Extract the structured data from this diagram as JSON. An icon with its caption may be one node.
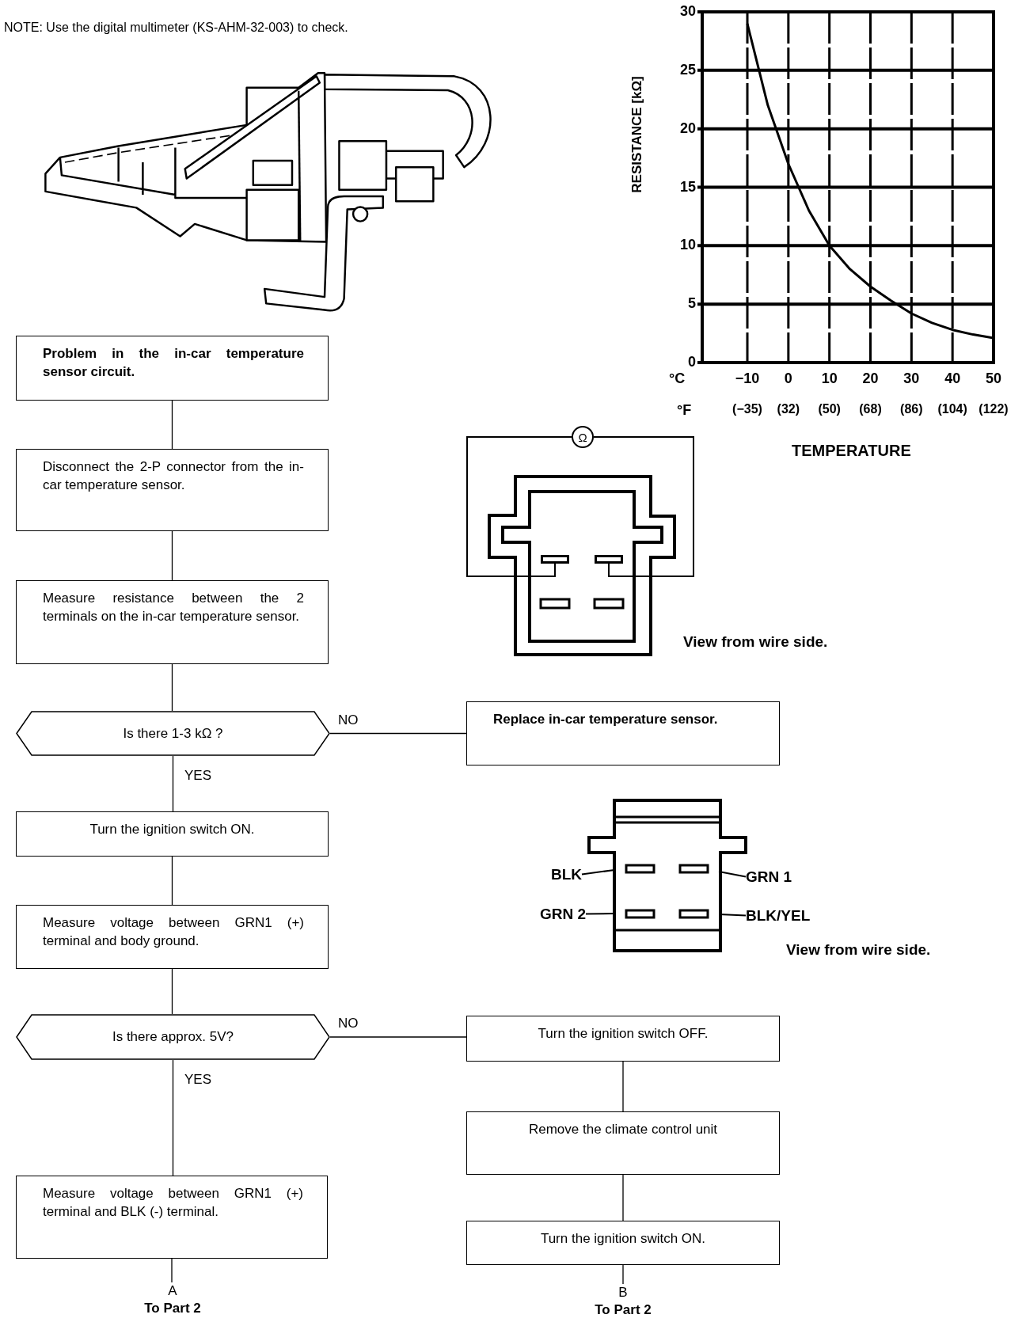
{
  "diagram": {
    "nodes": [
      {
        "text": [
          "Problem in the in-car temperature sensor circuit."
        ]
      },
      {
        "text": [
          "Disconnect the 2-P connector from the in-car temperature sensor."
        ]
      },
      {
        "text": [
          "Measure resistance between the 2 terminals on the in-car temperature sensor."
        ]
      },
      {
        "text": [
          "Is there 1-3 kΩ ?"
        ]
      },
      {
        "text": [
          "Replace in-car temperature sensor."
        ]
      },
      {
        "text": [
          "Turn the ignition switch ON."
        ]
      },
      {
        "text": [
          "Measure voltage between GRN1 (+) terminal and body ground."
        ]
      },
      {
        "text": [
          "Is there approx. 5V?"
        ]
      },
      {
        "text": [
          "Turn the ignition switch OFF."
        ]
      },
      {
        "text": [
          "Remove the climate control unit"
        ]
      },
      {
        "text": [
          "Turn the ignition switch ON."
        ]
      },
      {
        "text": [
          "Measure voltage between GRN1 (+) terminal and BLK (-) terminal."
        ]
      },
      {
        "text": [
          "A",
          "To Part 2"
        ]
      },
      {
        "text": [
          "B",
          "To Part 2"
        ]
      },
      {
        "text": [
          "Ω"
        ]
      },
      {
        "text": [
          "BLK"
        ]
      },
      {
        "text": [
          "GRN 1"
        ]
      },
      {
        "text": [
          "GRN 2"
        ]
      },
      {
        "text": [
          "BLK/YEL"
        ]
      },
      {
        "text": [],
        "shape": "box"
      },
      {
        "text": [],
        "shape": "box"
      }
    ],
    "edges": [
      {
        "from": 0,
        "to": 1,
        "arrow": "none"
      },
      {
        "from": 1,
        "to": 2,
        "arrow": "none"
      },
      {
        "from": 2,
        "to": 3,
        "arrow": "none"
      },
      {
        "from": 3,
        "to": 4,
        "arrow": "none",
        "label": "NO"
      },
      {
        "from": 3,
        "to": 5,
        "arrow": "none",
        "label": "YES"
      },
      {
        "from": 5,
        "to": 6,
        "arrow": "none"
      },
      {
        "from": 6,
        "to": 7,
        "arrow": "none"
      },
      {
        "from": 7,
        "to": 8,
        "arrow": "none",
        "label": "NO"
      },
      {
        "from": 7,
        "to": 11,
        "arrow": "none",
        "label": "YES"
      },
      {
        "from": 8,
        "to": 9,
        "arrow": "none"
      },
      {
        "from": 9,
        "to": 10,
        "arrow": "none"
      },
      {
        "from": 11,
        "to": 12,
        "arrow": "none"
      },
      {
        "from": 10,
        "to": 13,
        "arrow": "none"
      },
      {
        "from": 14,
        "to": 19,
        "arrow": "none"
      },
      {
        "from": 14,
        "to": 20,
        "arrow": "none"
      },
      {
        "from": 15,
        "to": null,
        "arrow": "none"
      },
      {
        "from": 16,
        "to": null,
        "arrow": "none"
      },
      {
        "from": 17,
        "to": null,
        "arrow": "none"
      },
      {
        "from": 18,
        "to": null,
        "arrow": "none"
      }
    ],
    "labels": [
      "NOTE: Use the digital multimeter (KS-AHM-32-003) to check.",
      "View from wire side.",
      "View from wire side.",
      "°C",
      "°F",
      "(−35)",
      "(32)",
      "(50)",
      "(68)",
      "(86)",
      "(104)",
      "(122)"
    ],
    "chart_data": {
      "type": "line",
      "xlabel": "TEMPERATURE",
      "ylabel": "RESISTANCE [kΩ]",
      "x": [
        -10,
        -5,
        0,
        5,
        10,
        15,
        20,
        25,
        30,
        35,
        40,
        45,
        50
      ],
      "series": [
        {
          "values": [
            29,
            22,
            17,
            13,
            10,
            8,
            6.5,
            5.3,
            4.2,
            3.4,
            2.8,
            2.4,
            2.1
          ]
        }
      ],
      "xticks": [
        {
          "value": -10,
          "label": "−10"
        },
        0,
        10,
        20,
        30,
        40,
        50
      ],
      "yticks": [
        0,
        5,
        10,
        15,
        20,
        25,
        30
      ],
      "xlim": [
        -21,
        50
      ],
      "ylim": [
        0,
        30
      ],
      "grid": true
    }
  }
}
